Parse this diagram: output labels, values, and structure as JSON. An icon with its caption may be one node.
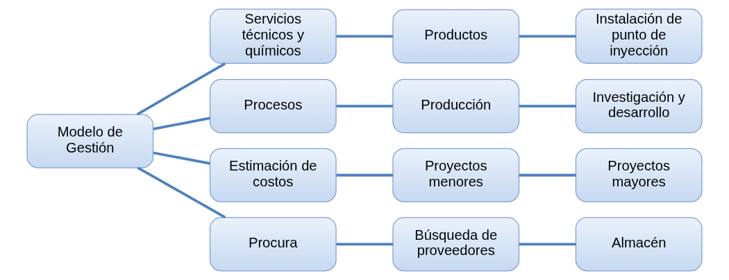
{
  "diagram": {
    "nodes": [
      {
        "text": [
          "Modelo de Gestión"
        ]
      },
      {
        "text": [
          "Servicios técnicos y químicos"
        ]
      },
      {
        "text": [
          "Productos"
        ]
      },
      {
        "text": [
          "Instalación de punto de inyección"
        ]
      },
      {
        "text": [
          "Procesos"
        ]
      },
      {
        "text": [
          "Producción"
        ]
      },
      {
        "text": [
          "Investigación y desarrollo"
        ]
      },
      {
        "text": [
          "Estimación de costos"
        ]
      },
      {
        "text": [
          "Proyectos menores"
        ]
      },
      {
        "text": [
          "Proyectos mayores"
        ]
      },
      {
        "text": [
          "Procura"
        ]
      },
      {
        "text": [
          "Búsqueda de proveedores"
        ]
      },
      {
        "text": [
          "Almacén"
        ]
      }
    ],
    "edges": [
      {
        "from": 0,
        "to": 1,
        "arrow": "none"
      },
      {
        "from": 0,
        "to": 4,
        "arrow": "none"
      },
      {
        "from": 0,
        "to": 7,
        "arrow": "none"
      },
      {
        "from": 0,
        "to": 10,
        "arrow": "none"
      },
      {
        "from": 1,
        "to": 2,
        "arrow": "none"
      },
      {
        "from": 2,
        "to": 3,
        "arrow": "none"
      },
      {
        "from": 4,
        "to": 5,
        "arrow": "none"
      },
      {
        "from": 5,
        "to": 6,
        "arrow": "none"
      },
      {
        "from": 7,
        "to": 8,
        "arrow": "none"
      },
      {
        "from": 8,
        "to": 9,
        "arrow": "none"
      },
      {
        "from": 10,
        "to": 11,
        "arrow": "none"
      },
      {
        "from": 11,
        "to": 12,
        "arrow": "none"
      }
    ]
  }
}
